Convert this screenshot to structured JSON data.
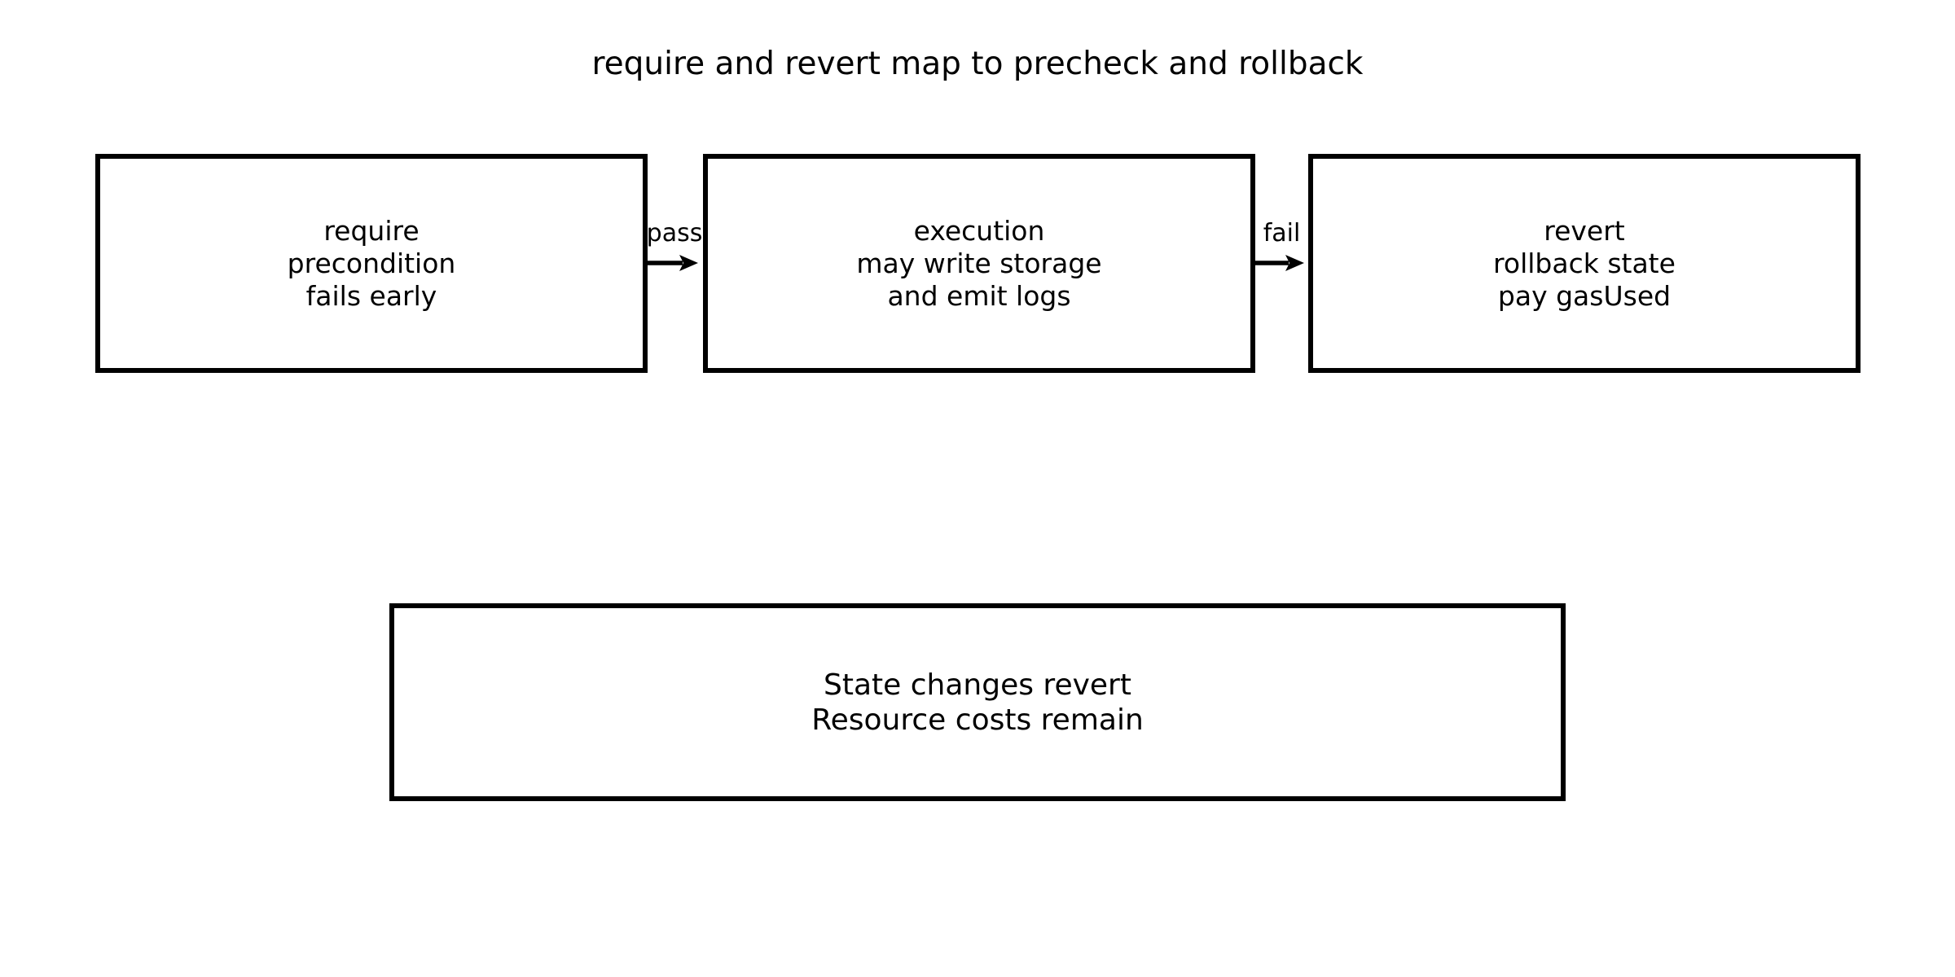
{
  "title": "require and revert map to precheck and rollback",
  "nodes": [
    {
      "id": "require-precheck",
      "lines": [
        "require",
        "precondition",
        "fails early"
      ]
    },
    {
      "id": "execution",
      "lines": [
        "execution",
        "may write storage",
        "and emit logs"
      ]
    },
    {
      "id": "revert-rollback",
      "lines": [
        "revert",
        "rollback state",
        "pay gasUsed"
      ]
    },
    {
      "id": "revert-outcome",
      "lines": [
        "State changes revert",
        "Resource costs remain"
      ]
    }
  ],
  "edges": [
    {
      "id": "pass-edge",
      "label": "pass",
      "from": "require-precheck",
      "to": "execution"
    },
    {
      "id": "fail-edge",
      "label": "fail",
      "from": "execution",
      "to": "revert-rollback"
    }
  ],
  "colors": {
    "background": "#ffffff",
    "box_border": "#000000",
    "text": "#000000",
    "arrow": "#000000"
  }
}
